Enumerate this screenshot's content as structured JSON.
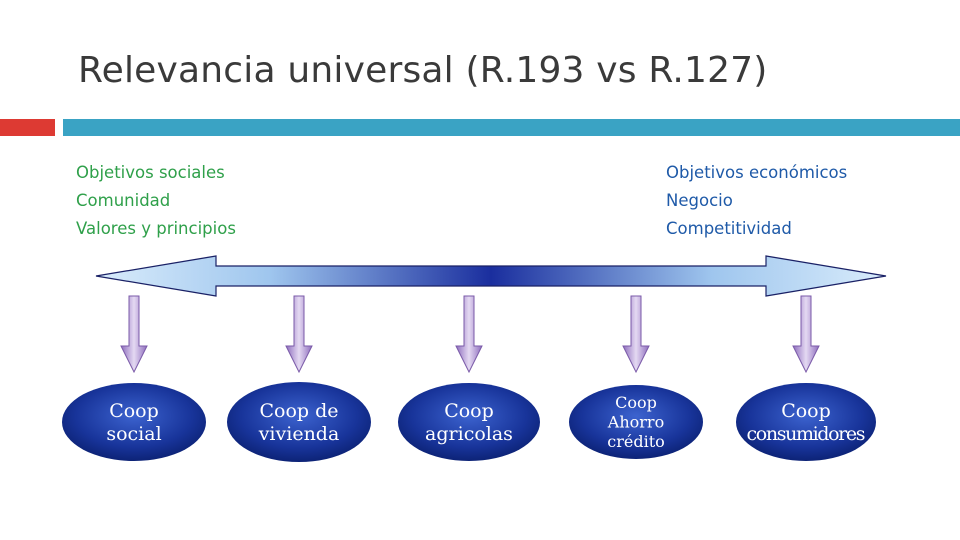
{
  "title": "Relevancia universal (R.193 vs R.127)",
  "left_objectives": [
    "Objetivos sociales",
    "Comunidad",
    "Valores y principios"
  ],
  "right_objectives": [
    "Objetivos económicos",
    "Negocio",
    "Competitividad"
  ],
  "cooperatives": [
    {
      "lines": [
        "Coop",
        "social"
      ]
    },
    {
      "lines": [
        "Coop de",
        "vivienda"
      ]
    },
    {
      "lines": [
        "Coop",
        "agricolas"
      ]
    },
    {
      "lines": [
        "Coop",
        "Ahorro",
        "crédito"
      ]
    },
    {
      "lines": [
        "Coop",
        "consumidores"
      ]
    }
  ],
  "colors": {
    "accent_red": "#dd3a33",
    "accent_blue": "#3aa3c4",
    "left_text": "#2fa04a",
    "right_text": "#1f5aa8",
    "arrow_shaft": "#b9a2d6",
    "oval_dark": "#0a1f6e",
    "oval_light": "#3c63cf"
  }
}
